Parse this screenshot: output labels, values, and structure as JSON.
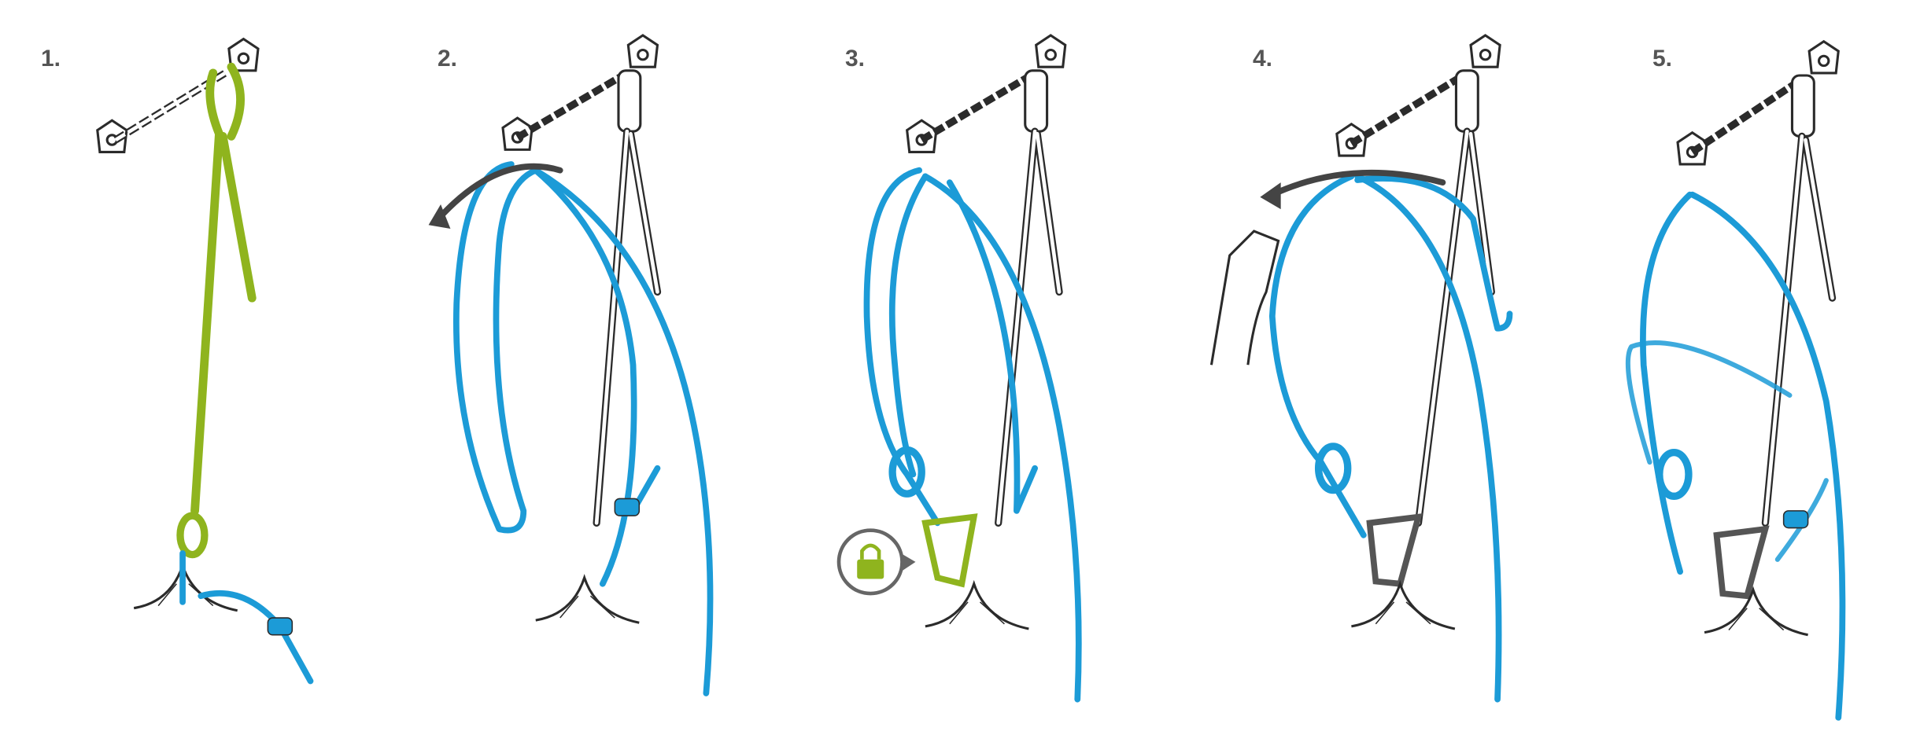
{
  "steps": [
    {
      "label": "1."
    },
    {
      "label": "2."
    },
    {
      "label": "3."
    },
    {
      "label": "4."
    },
    {
      "label": "5."
    }
  ],
  "icons": [
    "anchor-bolt-icon",
    "chain-icon",
    "descender-icon",
    "lanyard-icon",
    "rope-icon",
    "knot-icon",
    "carabiner-icon",
    "lock-icon",
    "hand-icon",
    "arrow-icon"
  ],
  "colors": {
    "rope": "#1c9bd7",
    "lanyard": "#8fb41e",
    "outline": "#2b2b2b",
    "label": "#555555",
    "arrow": "#444444"
  }
}
